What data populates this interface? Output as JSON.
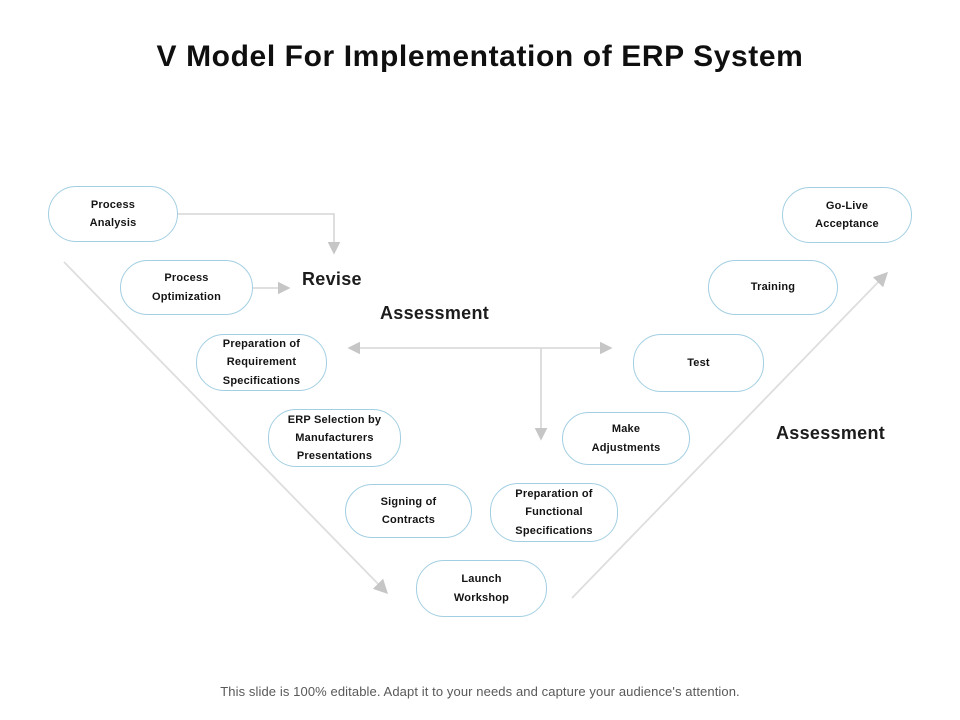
{
  "title": "V Model For Implementation of ERP System",
  "footer": "This slide is 100% editable. Adapt it to your needs and capture your audience's attention.",
  "labels": {
    "revise": "Revise",
    "assessment_center": "Assessment",
    "assessment_right": "Assessment"
  },
  "colors": {
    "bubble_border": "#a3cfe2",
    "connector_line": "#d6d6d6",
    "diagonal_line": "#dedede",
    "arrowhead": "#c6c6c6",
    "title_text": "#0f0f0f",
    "node_text": "#141414",
    "footer_text": "#595959"
  },
  "nodes": [
    {
      "id": "process-analysis",
      "label": "Process\nAnalysis"
    },
    {
      "id": "process-optimization",
      "label": "Process\nOptimization"
    },
    {
      "id": "preparation-of-requirement-specifications",
      "label": "Preparation of\nRequirement\nSpecifications"
    },
    {
      "id": "erp-selection-by-manufacturers-presentations",
      "label": "ERP Selection by\nManufacturers\nPresentations"
    },
    {
      "id": "signing-of-contracts",
      "label": "Signing of\nContracts"
    },
    {
      "id": "launch-workshop",
      "label": "Launch\nWorkshop"
    },
    {
      "id": "preparation-of-functional-specifications",
      "label": "Preparation of\nFunctional\nSpecifications"
    },
    {
      "id": "make-adjustments",
      "label": "Make\nAdjustments"
    },
    {
      "id": "test",
      "label": "Test"
    },
    {
      "id": "training",
      "label": "Training"
    },
    {
      "id": "go-live-acceptance",
      "label": "Go-Live\nAcceptance"
    }
  ]
}
